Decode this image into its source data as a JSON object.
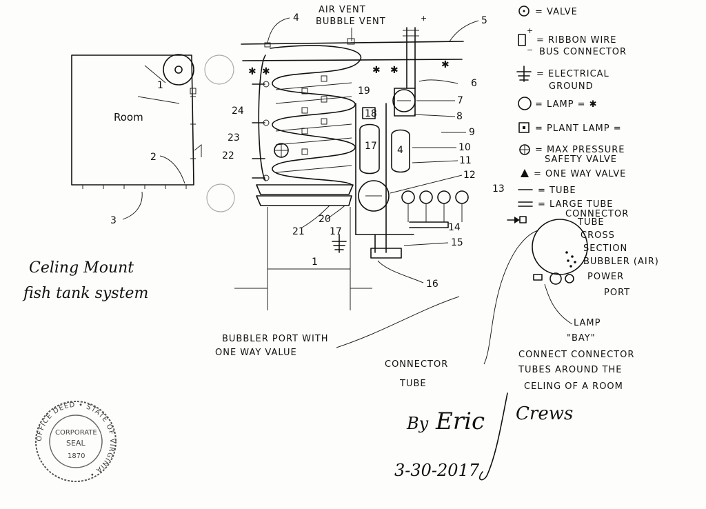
{
  "diagram": {
    "room_label": "Room",
    "caption_line1": "Celing Mount",
    "caption_line2": "fish tank system",
    "top_labels": {
      "air_vent": "AIR VENT",
      "bubble_vent": "BUBBLE VENT"
    },
    "callouts": [
      "1",
      "2",
      "3",
      "4",
      "5",
      "6",
      "7",
      "8",
      "9",
      "10",
      "11",
      "12",
      "13",
      "14",
      "15",
      "16",
      "17",
      "18",
      "19",
      "20",
      "21",
      "22",
      "23",
      "24"
    ],
    "dimension_label": "1",
    "inner_tank_labels": {
      "a": "18",
      "b": "17",
      "c": "4"
    },
    "bubbler_port_line1": "BUBBLER PORT WITH",
    "bubbler_port_line2": "ONE WAY VALUE",
    "connector_tube_line1": "CONNECTOR",
    "connector_tube_line2": "TUBE"
  },
  "legend": {
    "valve": "= VALVE",
    "ribbon_line1": "= RIBBON WIRE",
    "ribbon_line2": "BUS CONNECTOR",
    "ground_line1": "= ELECTRICAL",
    "ground_line2": "GROUND",
    "lamp": "= LAMP = ✱",
    "plant_lamp": "= PLANT LAMP =",
    "max_pressure_line1": "= MAX PRESSURE",
    "max_pressure_line2": "SAFETY VALVE",
    "one_way": "= ONE WAY VALVE",
    "tube": "= TUBE",
    "large_tube_line1": "= LARGE TUBE",
    "large_tube_line2": "CONNECTOR"
  },
  "cross_section": {
    "line1": "TUBE",
    "line2": "CROSS",
    "line3": "SECTION",
    "bubbler": "BUBBLER (AIR)",
    "power_line1": "POWER",
    "power_line2": "PORT",
    "lamp_line1": "LAMP",
    "lamp_line2": "\"BAY\"",
    "note_line1": "CONNECT CONNECTOR",
    "note_line2": "TUBES AROUND THE",
    "note_line3": "CELING OF A ROOM"
  },
  "signature": {
    "by": "By",
    "first": "Eric",
    "last": "Crews",
    "date": "3-30-2017"
  },
  "seal": {
    "ring_text": "OFFICE DEED • STATE OF VIRGINIA •",
    "center_line1": "CORPORATE",
    "center_line2": "SEAL",
    "center_year": "1870"
  }
}
